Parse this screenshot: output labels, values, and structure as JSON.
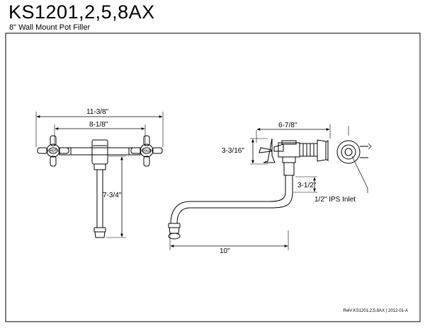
{
  "header": {
    "model": "KS1201,2,5,8AX",
    "description": "8\" Wall Mount Pot Filler"
  },
  "front_view": {
    "overall_width": "11-3/8\"",
    "center_width": "8-1/8\"",
    "height": "7-3/4\"",
    "handle_left_label": "HOT",
    "handle_right_label": "COLD"
  },
  "side_view": {
    "depth": "6-7/8\"",
    "handle_height": "3-3/16\"",
    "spout_drop": "3-1/2\"",
    "spout_reach": "10\"",
    "inlet_label": "1/2\" IPS Inlet"
  },
  "footer": {
    "reference": "Ref#:KS1201,2,5,8AX | 2012-01-A"
  }
}
